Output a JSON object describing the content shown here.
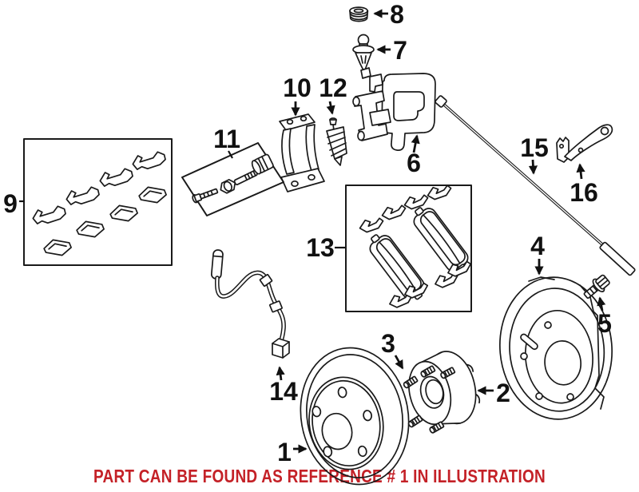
{
  "note": {
    "text": "PART CAN BE FOUND AS REFERENCE # 1 IN ILLUSTRATION",
    "color": "#c42127"
  },
  "diagram": {
    "background": "#ffffff",
    "line_color": "#1a1a1a",
    "callouts": [
      {
        "label": "1"
      },
      {
        "label": "2"
      },
      {
        "label": "3"
      },
      {
        "label": "4"
      },
      {
        "label": "5"
      },
      {
        "label": "6"
      },
      {
        "label": "7"
      },
      {
        "label": "8"
      },
      {
        "label": "9"
      },
      {
        "label": "10"
      },
      {
        "label": "11"
      },
      {
        "label": "12"
      },
      {
        "label": "13"
      },
      {
        "label": "14"
      },
      {
        "label": "15"
      },
      {
        "label": "16"
      }
    ]
  }
}
